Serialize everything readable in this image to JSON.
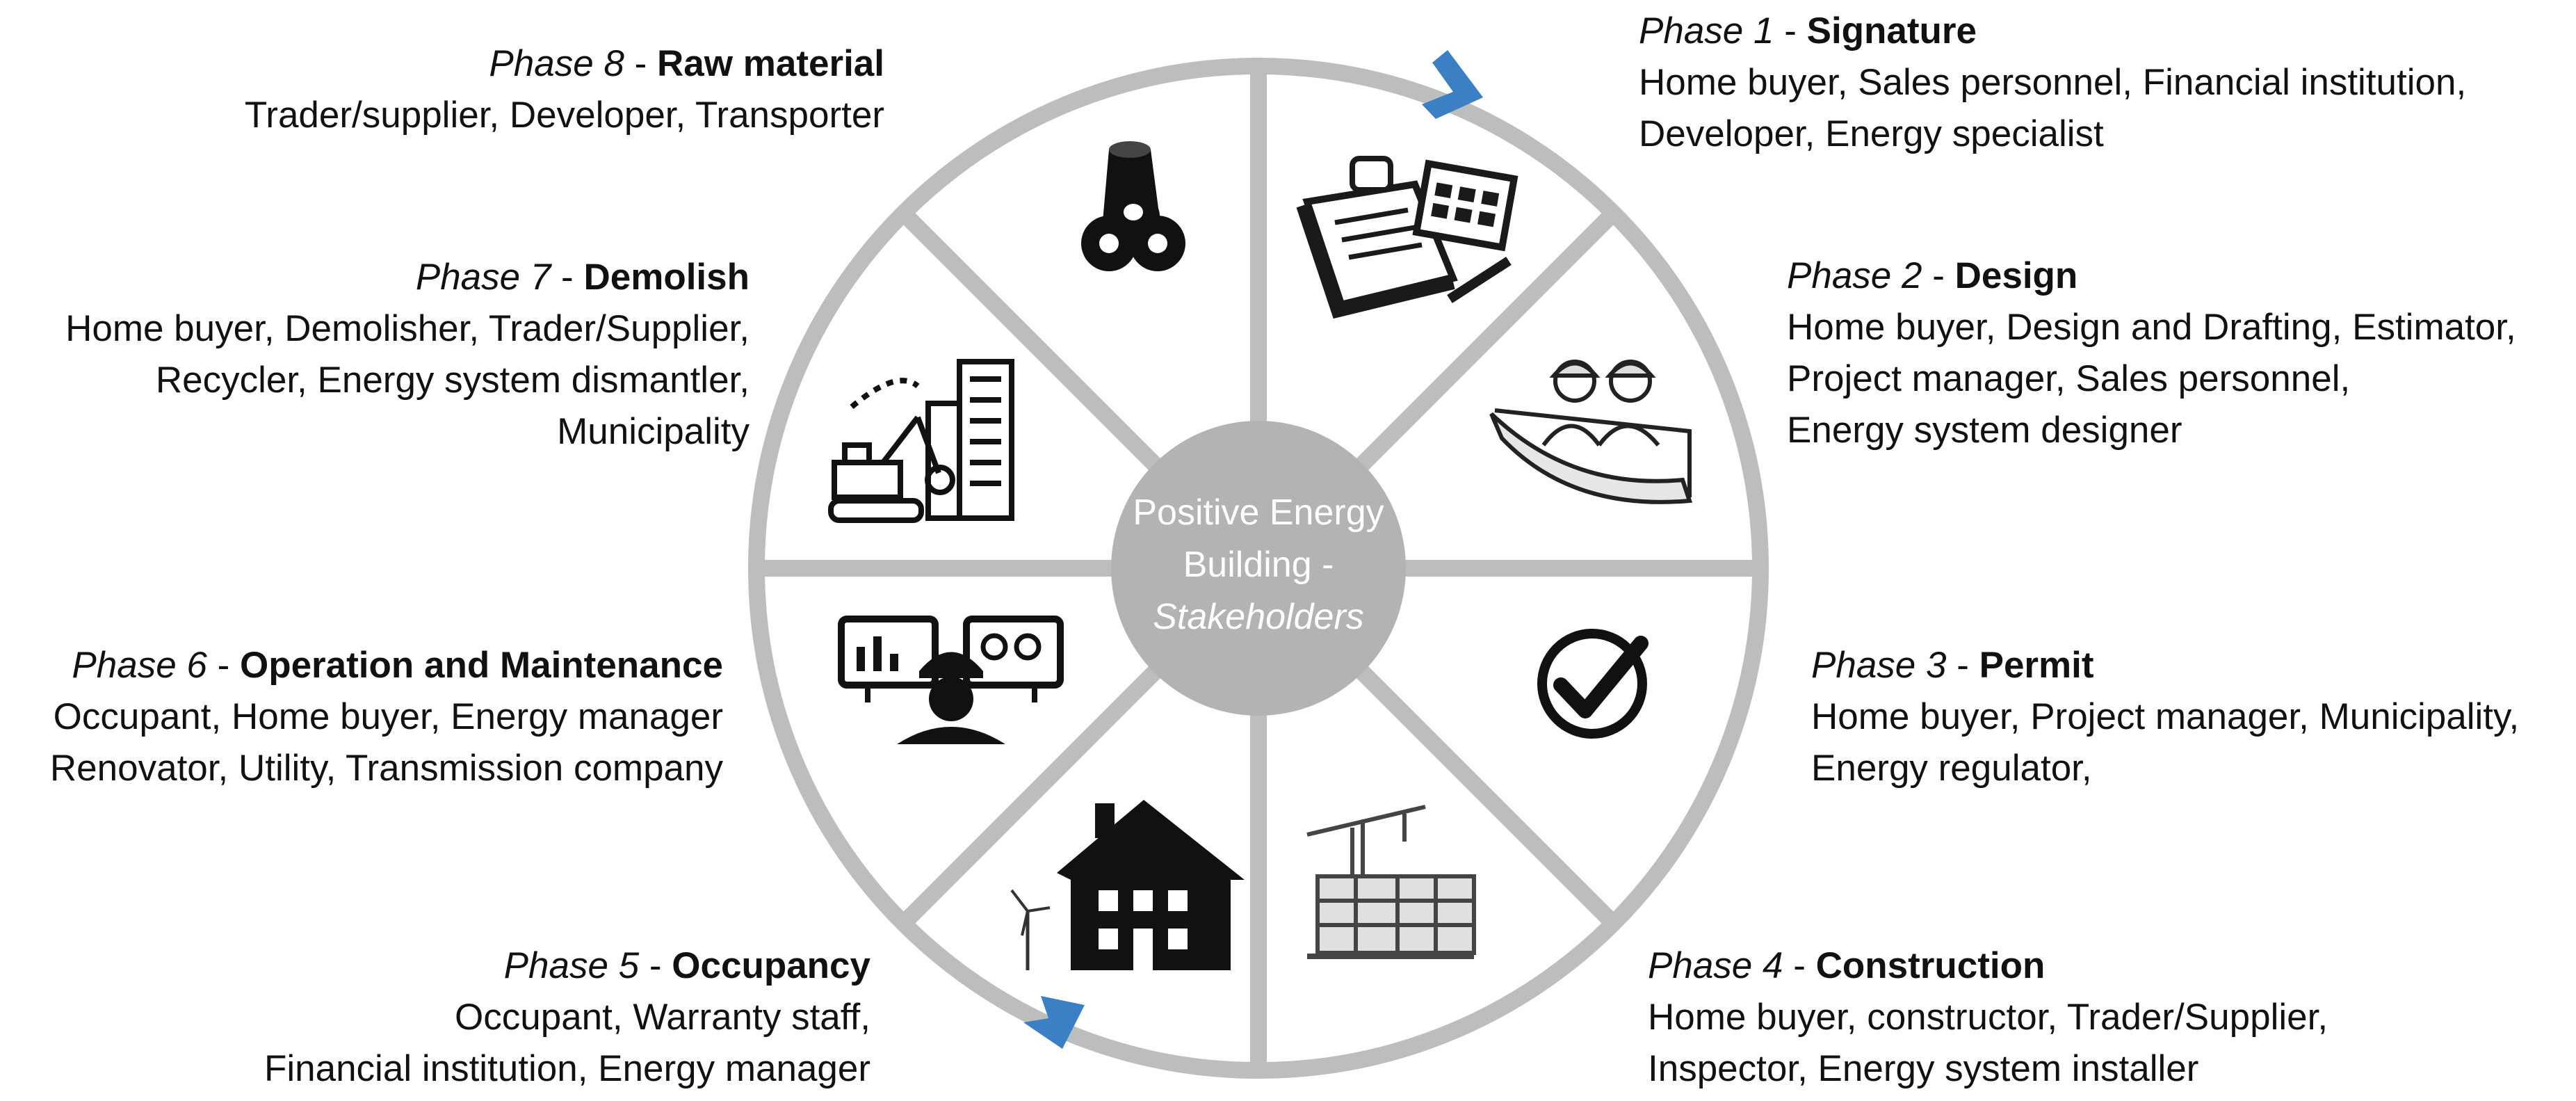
{
  "center": {
    "line1": "Positive Energy",
    "line2": "Building -",
    "line3": "Stakeholders"
  },
  "phases": [
    {
      "num": "Phase 1",
      "sep": " - ",
      "name": "Signature",
      "lines": [
        "Home buyer, Sales personnel, Financial institution,",
        "Developer, Energy specialist"
      ]
    },
    {
      "num": "Phase 2",
      "sep": " - ",
      "name": "Design",
      "lines": [
        "Home buyer, Design and Drafting, Estimator,",
        "Project manager, Sales personnel,",
        "Energy system designer"
      ]
    },
    {
      "num": "Phase 3",
      "sep": " - ",
      "name": "Permit",
      "lines": [
        "Home buyer, Project manager, Municipality,",
        "Energy regulator,"
      ]
    },
    {
      "num": "Phase 4",
      "sep": " - ",
      "name": "Construction",
      "lines": [
        "Home buyer, constructor, Trader/Supplier,",
        "Inspector, Energy system installer"
      ]
    },
    {
      "num": "Phase 5",
      "sep": " - ",
      "name": "Occupancy",
      "lines": [
        "Occupant, Warranty staff,",
        "Financial institution, Energy manager"
      ]
    },
    {
      "num": "Phase 6",
      "sep": " - ",
      "name": "Operation and Maintenance",
      "lines": [
        "Occupant, Home buyer, Energy manager",
        "Renovator, Utility, Transmission company"
      ]
    },
    {
      "num": "Phase 7",
      "sep": " - ",
      "name": "Demolish",
      "lines": [
        "Home buyer, Demolisher, Trader/Supplier,",
        "Recycler, Energy system dismantler,",
        "Municipality"
      ]
    },
    {
      "num": "Phase 8",
      "sep": " - ",
      "name": "Raw material",
      "lines": [
        "Trader/supplier, Developer,  Transporter"
      ]
    }
  ],
  "icons": [
    "clipboard-calendar-icon",
    "engineers-blueprint-icon",
    "checkmark-icon",
    "construction-crane-icon",
    "house-wind-turbine-icon",
    "worker-monitors-icon",
    "demolition-excavator-icon",
    "raw-material-pipes-icon"
  ],
  "colors": {
    "ring": "#bdbdbd",
    "center": "#b3b3b3",
    "arrow": "#3b7fc4",
    "icon": "#1a1a1a"
  }
}
